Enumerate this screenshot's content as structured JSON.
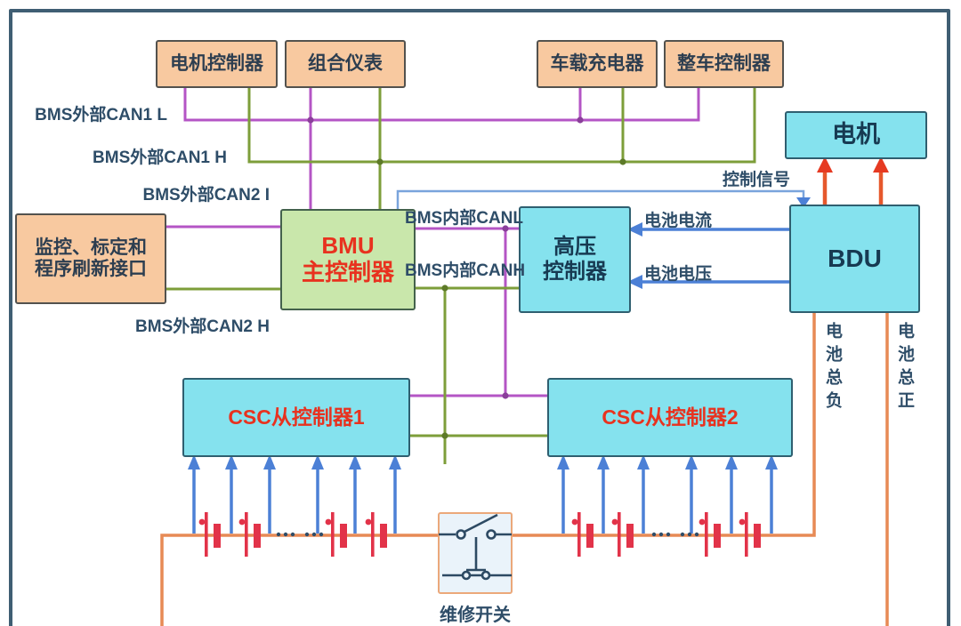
{
  "diagram": {
    "boxes": {
      "motor_controller": {
        "label": "电机控制器"
      },
      "instrument_cluster": {
        "label": "组合仪表"
      },
      "onboard_charger": {
        "label": "车载充电器"
      },
      "vehicle_controller": {
        "label": "整车控制器"
      },
      "motor": {
        "label": "电机"
      },
      "monitor_interface": {
        "line1": "监控、标定和",
        "line2": "程序刷新接口"
      },
      "bmu": {
        "line1": "BMU",
        "line2": "主控制器"
      },
      "hv_controller": {
        "line1": "高压",
        "line2": "控制器"
      },
      "bdu": {
        "label": "BDU"
      },
      "csc1": {
        "label": "CSC从控制器1"
      },
      "csc2": {
        "label": "CSC从控制器2"
      }
    },
    "wire_labels": {
      "can1_l": "BMS外部CAN1 L",
      "can1_h": "BMS外部CAN1 H",
      "can2_l": "BMS外部CAN2 I",
      "can2_h": "BMS外部CAN2 H",
      "can_internal_l": "BMS内部CANL",
      "can_internal_h": "BMS内部CANH",
      "control_signal": "控制信号",
      "battery_current": "电池电流",
      "battery_voltage": "电池电压",
      "battery_total_negative": "电池总负",
      "battery_total_positive": "电池总正",
      "service_switch": "维修开关"
    },
    "palette": {
      "wire_purple": "#b455c5",
      "wire_green": "#7d9e3a",
      "wire_blue": "#4c80d6",
      "wire_control_blue": "#7aa4dc",
      "wire_power_orange": "#e78a55",
      "motor_arrow_orange": "#e6582c",
      "cell_red": "#e23349",
      "box_orange_fill": "#f8c9a0",
      "box_cyan_fill": "#85e2ee",
      "box_green_fill": "#c9e7ab",
      "text_navy": "#2e4d68",
      "text_red": "#e8321f",
      "frame_navy": "#3f5e73"
    }
  }
}
